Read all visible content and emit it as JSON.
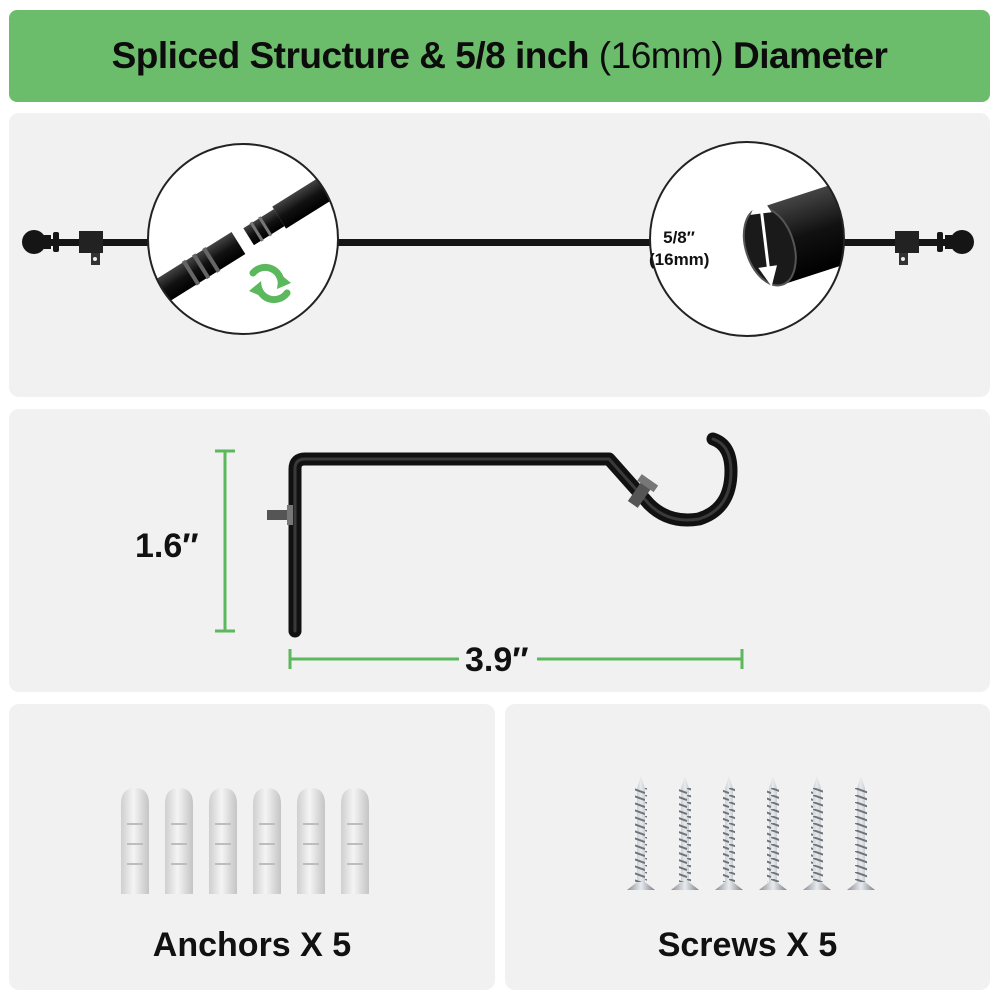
{
  "header": {
    "bold_part": "Spliced Structure & 5/8 inch",
    "light_part": "(16mm)",
    "bold_end": "Diameter"
  },
  "rod_panel": {
    "diameter_inch": "5/8″",
    "diameter_mm": "(16mm)"
  },
  "bracket_panel": {
    "height": "1.6″",
    "width": "3.9″"
  },
  "anchors": {
    "label": "Anchors X 5",
    "icon": "wall-anchor-icon"
  },
  "screws": {
    "label": "Screws X 5",
    "icon": "screw-icon"
  },
  "colors": {
    "accent_green": "#6bbd6b",
    "panel_gray": "#f1f1f1",
    "rod_black": "#111111"
  }
}
